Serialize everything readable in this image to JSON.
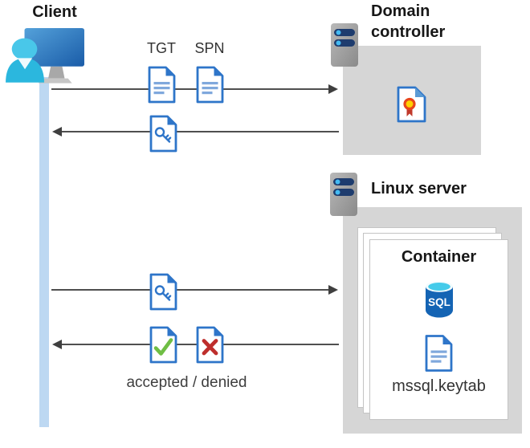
{
  "nodes": {
    "client": {
      "label": "Client"
    },
    "domain_controller": {
      "label": "Domain controller"
    },
    "linux_server": {
      "label": "Linux server"
    },
    "container": {
      "label": "Container",
      "sql_label": "SQL",
      "keytab_label": "mssql.keytab"
    }
  },
  "flows": [
    {
      "from": "client",
      "to": "domain_controller",
      "direction": "right",
      "item_labels": [
        "TGT",
        "SPN"
      ],
      "items": [
        "tgt-document",
        "spn-document"
      ]
    },
    {
      "from": "domain_controller",
      "to": "client",
      "direction": "left",
      "items": [
        "key-ticket-document"
      ]
    },
    {
      "from": "client",
      "to": "linux_server",
      "direction": "right",
      "items": [
        "key-ticket-document"
      ]
    },
    {
      "from": "linux_server",
      "to": "client",
      "direction": "left",
      "items": [
        "accepted-document",
        "denied-document"
      ],
      "caption": "accepted / denied"
    }
  ],
  "colors": {
    "document_blue": "#2E75C9",
    "document_text_line_blue": "#7FA8DC",
    "accepted_green": "#6FBE44",
    "denied_red": "#BE2E2C",
    "certificate_yellow": "#FFD100",
    "certificate_ring_red": "#E8461B",
    "certificate_ribbon_red": "#C0392B",
    "sql_body_blue": "#1464B4",
    "sql_top_cyan": "#45CBEA",
    "server_bar_navy": "#1E3C6E",
    "server_dot_blue": "#44BBF3",
    "client_person_cyan": "#2BB7DE",
    "lifeline_blue": "#BDD8F2",
    "node_box_gray": "#D6D6D6",
    "arrow_gray": "#4A4A4A"
  }
}
